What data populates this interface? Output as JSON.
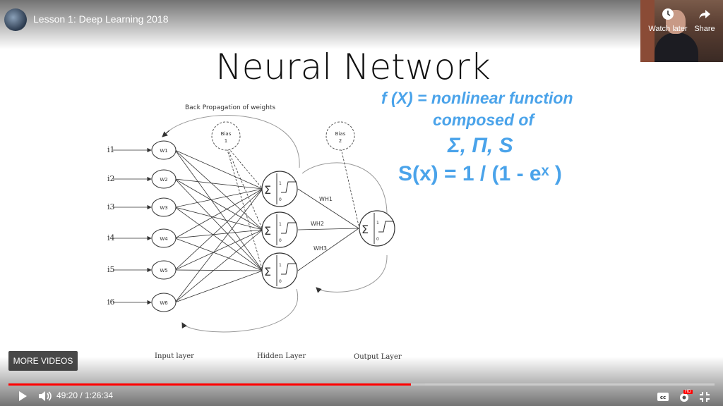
{
  "player": {
    "video_title": "Lesson 1: Deep Learning 2018",
    "watch_later_label": "Watch later",
    "share_label": "Share",
    "more_videos_label": "MORE VIDEOS",
    "current_time": "49:20",
    "time_separator": "/",
    "duration": "1:26:34",
    "progress_fraction": 0.57,
    "buffered_fraction": 0.59,
    "progress_color": "#ff0000",
    "hd_badge": "HD",
    "icons": [
      "clock-icon",
      "share-arrow-icon",
      "play-icon",
      "volume-icon",
      "cc-icon",
      "gear-icon",
      "exit-fullscreen-icon"
    ]
  },
  "slide": {
    "title": "Neural Network",
    "annotation_color": "#4aa3ea",
    "annotation": {
      "line1": "f (X) = nonlinear function",
      "line2": "composed of",
      "line3": "Σ, Π, S",
      "line4": "S(x) = 1 / (1 - eˣ )"
    },
    "diagram": {
      "backprop_label": "Back Propagation of weights",
      "inputs": [
        "i1",
        "i2",
        "i3",
        "i4",
        "i5",
        "i6"
      ],
      "weights": [
        "W1",
        "W2",
        "W3",
        "W4",
        "W5",
        "W6"
      ],
      "bias1": [
        "Bias",
        "1"
      ],
      "bias2": [
        "Bias",
        "2"
      ],
      "hidden_weights": [
        "WH1",
        "WH2",
        "WH3"
      ],
      "sigma": "Σ",
      "one": "1",
      "zero": "0",
      "layer_labels": [
        "Input layer",
        "Hidden Layer",
        "Output Layer"
      ]
    }
  }
}
